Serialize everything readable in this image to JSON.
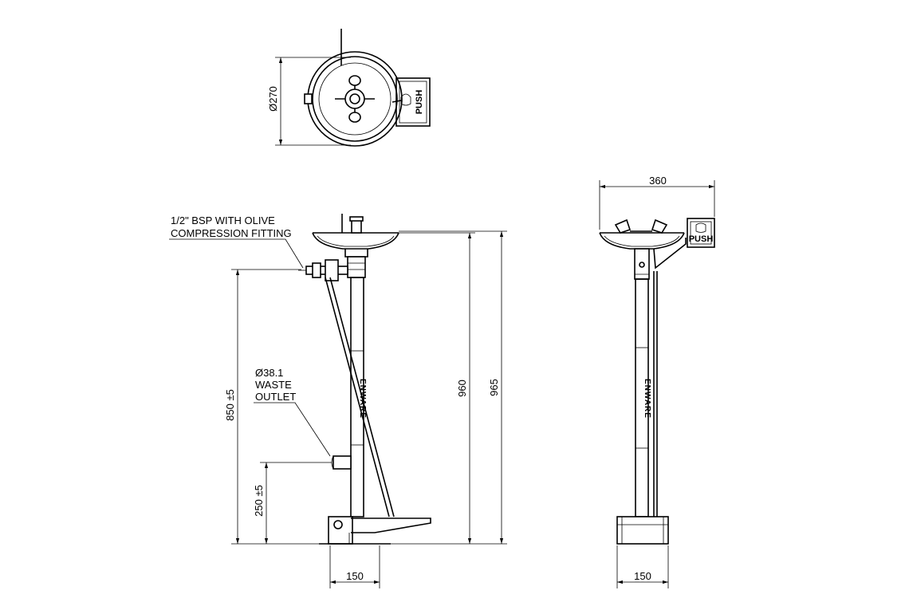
{
  "dimensions": {
    "top_diameter": "Ø270",
    "front_total_height": "965",
    "front_bowl_height": "960",
    "front_inlet_height": "850 ±5",
    "front_waste_height": "250 ±5",
    "front_base_width": "150",
    "side_width": "360",
    "side_base_width": "150"
  },
  "notes": {
    "inlet_line1": "1/2\" BSP WITH OLIVE",
    "inlet_line2": "COMPRESSION FITTING",
    "waste_line1": "Ø38.1",
    "waste_line2": "WASTE",
    "waste_line3": "OUTLET"
  },
  "labels": {
    "push": "PUSH",
    "brand": "ENWARE"
  }
}
